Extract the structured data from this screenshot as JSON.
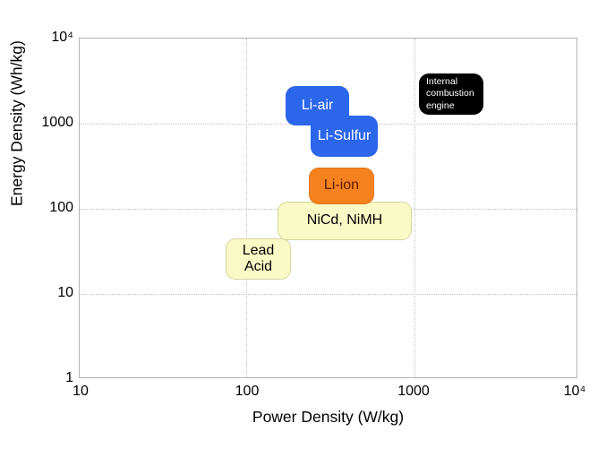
{
  "chart_data": {
    "type": "scatter",
    "title": "",
    "xlabel": "Power Density (W/kg)",
    "ylabel": "Energy Density (Wh/kg)",
    "x_scale": "log",
    "y_scale": "log",
    "xlim": [
      10,
      10000
    ],
    "ylim": [
      1,
      10000
    ],
    "x_ticks": [
      "10",
      "100",
      "1000",
      "10⁴"
    ],
    "y_ticks": [
      "1",
      "10",
      "100",
      "1000",
      "10⁴"
    ],
    "grid": "dotted, at each decade",
    "legend_position": "none",
    "regions": [
      {
        "name": "Li-air",
        "label_lines": [
          "Li-air"
        ],
        "fill": "#2B66EB",
        "text_color": "#FFFFFF",
        "power_w_per_kg": [
          175,
          420
        ],
        "energy_wh_per_kg": [
          930,
          2700
        ]
      },
      {
        "name": "Li-Sulfur",
        "label_lines": [
          "Li-Sulfur"
        ],
        "fill": "#2B66EB",
        "text_color": "#FFFFFF",
        "power_w_per_kg": [
          250,
          625
        ],
        "energy_wh_per_kg": [
          400,
          1200
        ]
      },
      {
        "name": "Li-ion",
        "label_lines": [
          "Li-ion"
        ],
        "fill": "#F6821F",
        "text_color": "#5B1A00",
        "power_w_per_kg": [
          240,
          590
        ],
        "energy_wh_per_kg": [
          110,
          300
        ]
      },
      {
        "name": "NiCd, NiMH",
        "label_lines": [
          "NiCd, NiMH"
        ],
        "fill": "#FAFAC6",
        "text_color": "#000000",
        "power_w_per_kg": [
          155,
          1000
        ],
        "energy_wh_per_kg": [
          42,
          120
        ]
      },
      {
        "name": "Lead Acid",
        "label_lines": [
          "Lead",
          "Acid"
        ],
        "fill": "#FAFAC6",
        "text_color": "#000000",
        "power_w_per_kg": [
          75,
          190
        ],
        "energy_wh_per_kg": [
          14,
          43
        ]
      },
      {
        "name": "Internal combustion engine",
        "label_lines": [
          "Internal",
          "combustion",
          "engine"
        ],
        "fill": "#000000",
        "text_color": "#FFFFFF",
        "power_w_per_kg": [
          1100,
          2700
        ],
        "energy_wh_per_kg": [
          1250,
          3800
        ]
      }
    ],
    "colors": {
      "lithium_blue": "#2B66EB",
      "li_ion_orange": "#F6821F",
      "pale_yellow": "#FAFAC6",
      "ice_black": "#000000",
      "frame_gray": "#B3B3B3",
      "grid_gray": "#C2C2C2",
      "background": "#FFFFFF"
    }
  }
}
